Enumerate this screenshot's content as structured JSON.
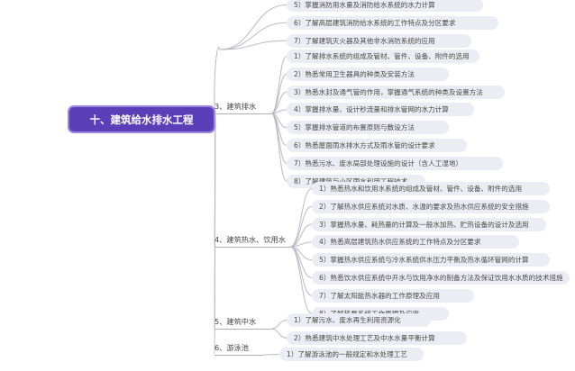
{
  "root": {
    "label": "十、建筑给水排水工程"
  },
  "branches": [
    {
      "label": "",
      "items": [
        "5）掌握消防用水量及消防给水系统的水力计算",
        "6）了解高层建筑消防给水系统的工作特点及分区要求",
        "7）了解建筑灭火器及其他非水消防系统的应用"
      ]
    },
    {
      "label": "3、建筑排水",
      "items": [
        "1）了解排水系统的组成及管材、管件、设备、附件的选用",
        "2）熟悉常用卫生器具的种类及安装方法",
        "3）熟悉水封及通气管的作用，掌握通气系统的种类及设置方法",
        "4）掌握排水量、设计秒流量和排水管网的水力计算",
        "5）掌握排水管道的布置原则与敷设方法",
        "6）熟悉屋面雨水排水方式及雨水管的设计要求",
        "7）熟悉污水、废水局部处理设施的设计（含人工湿地）",
        "8）了解建筑与小区雨水利用工程技术"
      ]
    },
    {
      "label": "4、建筑热水、饮用水",
      "items": [
        "1）熟悉热水和饮用水系统的组成及管材、管件、设备、附件的选用",
        "2）了解热水供应系统对水质、水温的要求及热水供应系统的安全措施",
        "3）掌握热水量、耗热量的计算及一般水加热、贮热设备的设计及选用",
        "4）熟悉高层建筑热水供应系统的工作特点及分区要求",
        "5）掌握热水供应系统与冷水系统供水压力平衡及热水循环管网的计算",
        "6）熟悉饮水供应系统中开水与饮用净水的制备方法及保证饮用水水质的技术措施",
        "7）了解太阳能热水器的工作原理及应用",
        "8）了解热泵系统工作原理及应用"
      ]
    },
    {
      "label": "5、建筑中水",
      "items": [
        "1）了解污水、废水再生利用资源化",
        "2）熟悉建筑中水处理工艺及中水水量平衡计算"
      ]
    },
    {
      "label": "6、游泳池",
      "items": [
        "1）了解游泳池的一般规定和水处理工艺"
      ]
    }
  ]
}
